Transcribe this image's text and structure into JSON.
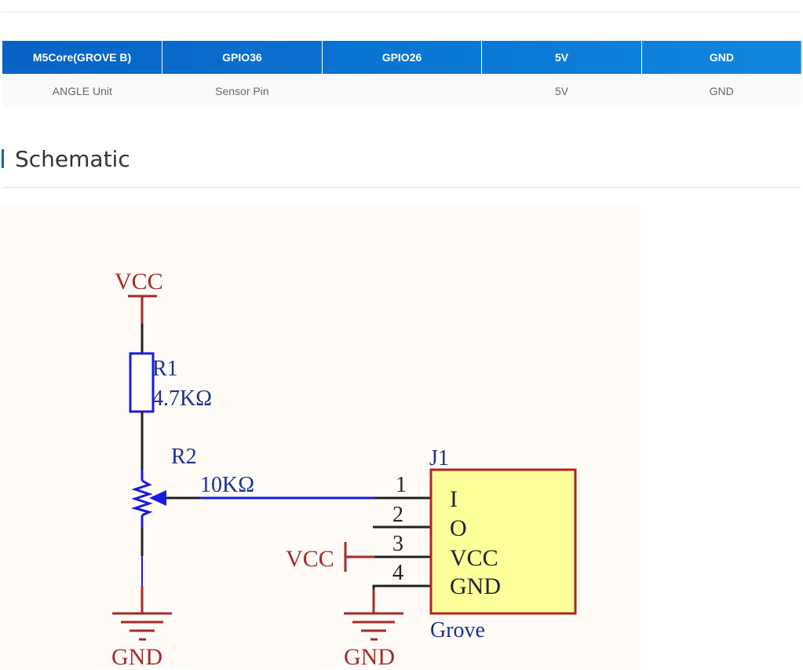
{
  "pin_table": {
    "headers": [
      "M5Core(GROVE B)",
      "GPIO36",
      "GPIO26",
      "5V",
      "GND"
    ],
    "rows": [
      [
        "ANGLE Unit",
        "Sensor Pin",
        "",
        "5V",
        "GND"
      ]
    ],
    "header_color": "#0a6fd0"
  },
  "section": {
    "title": "Schematic"
  },
  "schematic": {
    "power_label": "VCC",
    "ground_label": "GND",
    "r1": {
      "ref": "R1",
      "value": "4.7KΩ"
    },
    "r2": {
      "ref": "R2",
      "value": "10KΩ"
    },
    "connector": {
      "ref": "J1",
      "name": "Grove",
      "pins": [
        {
          "number": "1",
          "label": "I"
        },
        {
          "number": "2",
          "label": "O"
        },
        {
          "number": "3",
          "label": "VCC"
        },
        {
          "number": "4",
          "label": "GND"
        }
      ]
    },
    "colors": {
      "power": "#a52a2a",
      "component": "#1a1ae0",
      "wire": "#222222",
      "label_blue": "#1f2f8f",
      "connector_fill": "#ffff99",
      "connector_border": "#b22222"
    }
  }
}
